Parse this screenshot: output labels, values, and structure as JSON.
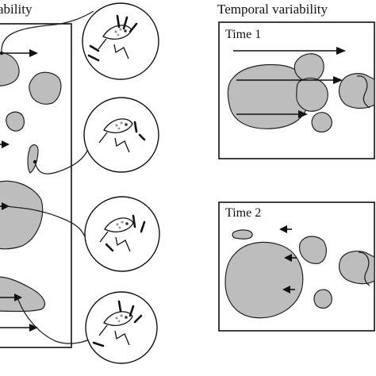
{
  "left_panel": {
    "title": "ability"
  },
  "right_panel": {
    "title": "Temporal variability",
    "frames": [
      {
        "label": "Time 1"
      },
      {
        "label": "Time 2"
      }
    ]
  }
}
